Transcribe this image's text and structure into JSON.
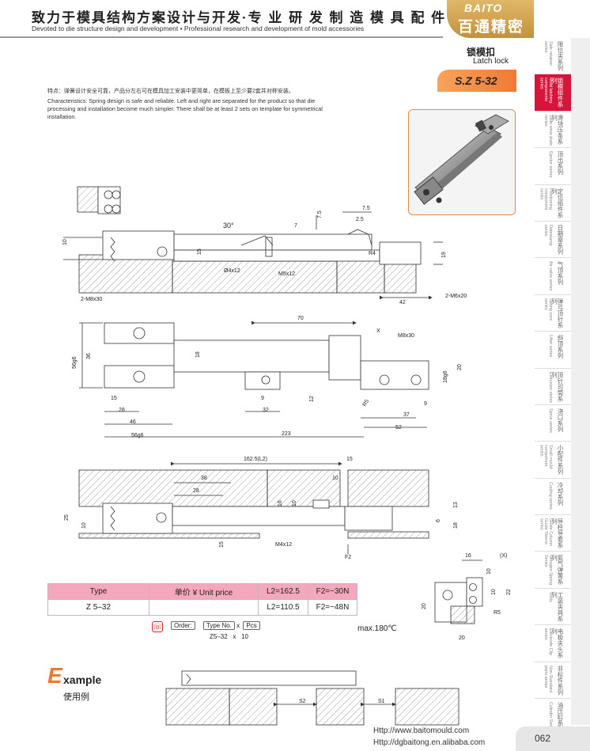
{
  "header": {
    "slogan_cn": "致力于模具结构方案设计与开发·专 业 研 发 制 造 模 具 配 件",
    "slogan_en": "Devoted to die structure design and development    • Professional research and development of mold accessories",
    "logo_en": "BAITO",
    "logo_cn": "百通精密"
  },
  "tabs": [
    {
      "cn": "限位夹系列",
      "en": "Side retainer series"
    },
    {
      "cn": "锁模组件系列",
      "en": "Mold latching components series"
    },
    {
      "cn": "滑块压条系列",
      "en": "Slide wear plate series"
    },
    {
      "cn": "顶出系列",
      "en": "Ejector series"
    },
    {
      "cn": "定位组件系列",
      "en": "Positioning component series"
    },
    {
      "cn": "日期章系列",
      "en": "Datestamp series"
    },
    {
      "cn": "气顶系列",
      "en": "Air valve series"
    },
    {
      "cn": "弹弓顶针系列",
      "en": "Spring core series"
    },
    {
      "cn": "斜顶系列",
      "en": "Lifter series"
    },
    {
      "cn": "顶针司筒系列",
      "en": "Extrusion series"
    },
    {
      "cn": "浇口系列",
      "en": "Sprue series"
    },
    {
      "cn": "小配件系列",
      "en": "Small mould component series"
    },
    {
      "cn": "冷却系列",
      "en": "Cooling series"
    },
    {
      "cn": "导柱导套系列",
      "en": "Guide Column Guide Sleeve series"
    },
    {
      "cn": "氮气弹簧系列",
      "en": "Nitrogen Spring Series"
    },
    {
      "cn": "工装夹具系列",
      "en": "Tools"
    },
    {
      "cn": "电极夹头系列",
      "en": "Electrode Clip series"
    },
    {
      "cn": "非标件系列",
      "en": "Non Standard parts series"
    },
    {
      "cn": "油压缸系列",
      "en": "Cylinder Series"
    }
  ],
  "active_tab": 1,
  "title": {
    "cn": "锁模扣",
    "en": "Latch lock",
    "code": "S.Z 5-32"
  },
  "features": {
    "cn": "特点：弹簧设计安全可靠，产品分左右可在模具加工安装中更简单，在模板上至少要2套并对称安装。",
    "en": "Characteristics: Spring design is safe and reliable. Left and right  are separated for the product so that die processing and installation become much simpler. There shall be at least 2 sets on template for symmetrical installation."
  },
  "drawing1": {
    "d10": "10",
    "d15": "15",
    "d30deg": "30°",
    "d7": "7",
    "d75a": "7.5",
    "d75b": "7.5",
    "d25": "2.5",
    "r4": "R4",
    "d19": "19",
    "d42": "42",
    "phi": "Ø4x12",
    "m5": "M5x12",
    "m8": "2-M8x30",
    "m6": "2-M6x20"
  },
  "drawing2": {
    "d70": "70",
    "x": "X",
    "m8": "M8x30",
    "d56g6": "56g6",
    "d36": "36",
    "d18": "18",
    "d20": "20",
    "d18g6": "18g6",
    "d15": "15",
    "d28": "28",
    "d46": "46",
    "d56g6b": "56g6",
    "d9a": "9",
    "d32": "32",
    "d12": "12",
    "r5": "R5",
    "d9b": "9",
    "d37": "37",
    "d52": "52",
    "d223": "223"
  },
  "drawing3": {
    "l2": "162.5(L2)",
    "d15a": "15",
    "d38": "38",
    "d28": "28",
    "d10a": "10",
    "d16": "16",
    "d10b": "10",
    "d25": "25",
    "d10c": "10",
    "d13": "13",
    "d6": "6",
    "d18": "18",
    "d15b": "15",
    "m4": "M4x12",
    "f2": "F2"
  },
  "detail": {
    "d16": "16",
    "xl": "(X)",
    "d10a": "10",
    "d22": "22",
    "d10b": "10",
    "r5": "R5",
    "d20a": "20",
    "d20b": "20"
  },
  "table": {
    "headers": [
      "Type",
      "单价 ¥  Unit price",
      "L2=162.5",
      "F2=~30N"
    ],
    "row": [
      "Z 5–32",
      "",
      "L2=110.5",
      "F2=~48N"
    ]
  },
  "order": {
    "label": "Order:",
    "type_no": "Type No.",
    "x": "x",
    "pcs": "Pcs",
    "ex_type": "Z5–32",
    "ex_x": "x",
    "ex_qty": "10"
  },
  "max_angle": "max.180℃",
  "example": {
    "e": "E",
    "rest": "xample",
    "cn": "使用例",
    "s1": "S1",
    "s2": "S2"
  },
  "footer": {
    "url1": "Http://www.baitomould.com",
    "url2": "Http://dgbaitong.en.alibaba.com",
    "page": "062"
  },
  "colors": {
    "accent": "#d9143b",
    "orange": "#ef7a34",
    "gold": "#c4923b",
    "pink": "#f4a7bd"
  }
}
